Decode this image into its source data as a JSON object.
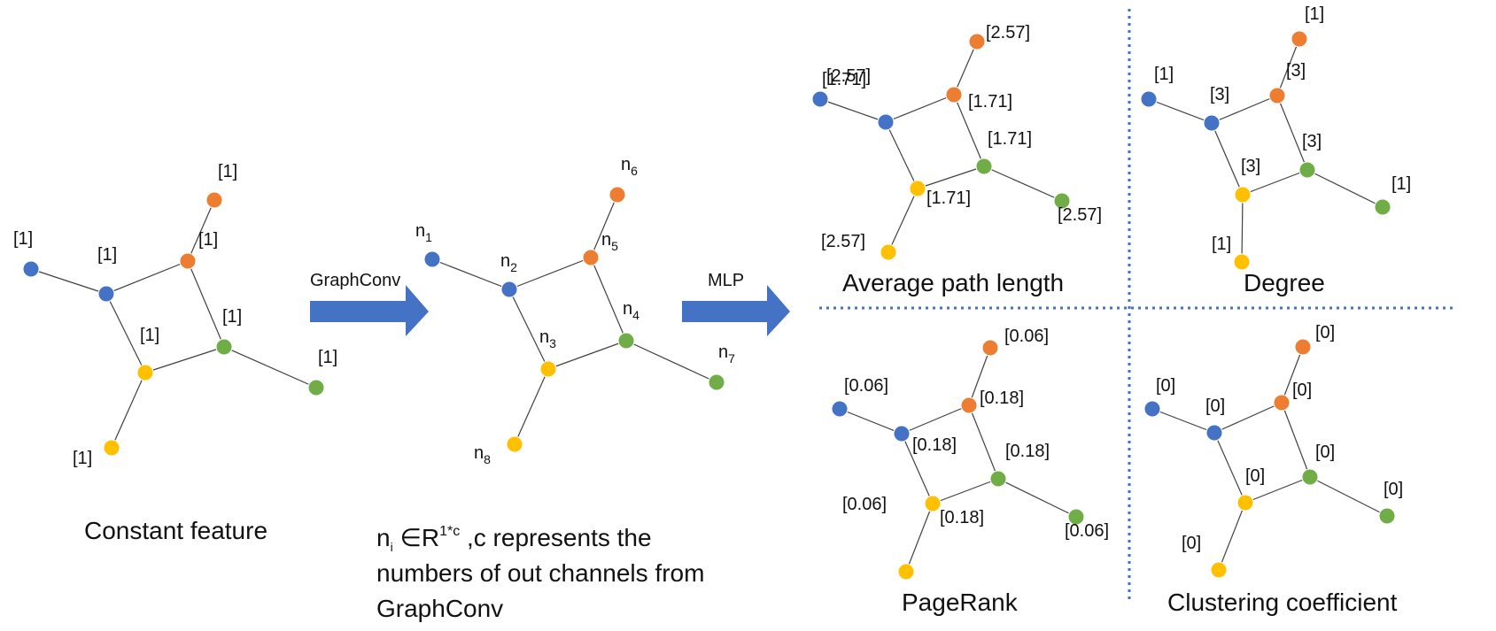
{
  "colors": {
    "blue": "#4472C4",
    "orange": "#ED7D31",
    "yellow": "#FFC000",
    "green": "#70AD47",
    "arrow": "#4472C4",
    "divider": "#4472C4"
  },
  "panels": {
    "constant": {
      "caption": "Constant feature",
      "labels": [
        "[1]",
        "[1]",
        "[1]",
        "[1]",
        "[1]",
        "[1]",
        "[1]",
        "[1]"
      ]
    },
    "graphconv": {
      "arrow_label": "GraphConv",
      "node_letter": "n",
      "subscripts": [
        "1",
        "2",
        "3",
        "4",
        "5",
        "6",
        "7",
        "8"
      ],
      "caption_line1_n": "n",
      "caption_line1_i": "i",
      "caption_line1_in": " ∈R",
      "caption_line1_sup": "1*c",
      "caption_line1_rest": " ,c represents the",
      "caption_line2": "numbers of out channels from",
      "caption_line3": "GraphConv"
    },
    "mlp": {
      "arrow_label": "MLP"
    },
    "avg_path": {
      "caption": "Average path length",
      "labels": [
        "[2.57]",
        "[1.71]",
        "[1.71]",
        "[1.71]",
        "[1.71]",
        "[2.57]",
        "[2.57]",
        "[2.57]"
      ]
    },
    "degree": {
      "caption": "Degree",
      "labels": [
        "[1]",
        "[3]",
        "[3]",
        "[3]",
        "[3]",
        "[1]",
        "[1]",
        "[1]"
      ]
    },
    "pagerank": {
      "caption": "PageRank",
      "labels": [
        "[0.06]",
        "[0.18]",
        "[0.18]",
        "[0.18]",
        "[0.18]",
        "[0.06]",
        "[0.06]",
        "[0.06]"
      ]
    },
    "clustering": {
      "caption": "Clustering coefficient",
      "labels": [
        "[0]",
        "[0]",
        "[0]",
        "[0]",
        "[0]",
        "[0]",
        "[0]",
        "[0]"
      ]
    }
  }
}
